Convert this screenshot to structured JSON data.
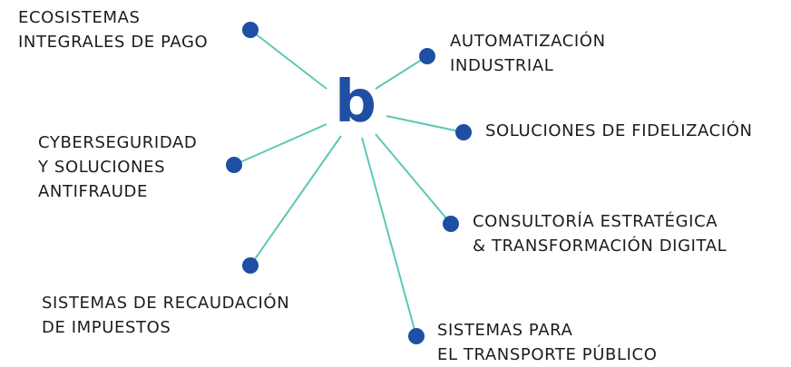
{
  "colors": {
    "connector": "#5cc7b6",
    "node": "#1e4fa3",
    "hub": "#1e4fa3",
    "text": "#1c1c1c"
  },
  "hub": {
    "letter": "b"
  },
  "nodes": [
    {
      "id": "ecosistemas",
      "lines": [
        "ECOSISTEMAS",
        "INTEGRALES DE PAGO"
      ]
    },
    {
      "id": "automatizacion",
      "lines": [
        "AUTOMATIZACIÓN",
        "INDUSTRIAL"
      ]
    },
    {
      "id": "fidelizacion",
      "lines": [
        "SOLUCIONES DE FIDELIZACIÓN"
      ]
    },
    {
      "id": "cyberseguridad",
      "lines": [
        "CYBERSEGURIDAD",
        "Y SOLUCIONES",
        "ANTIFRAUDE"
      ]
    },
    {
      "id": "consultoria",
      "lines": [
        "CONSULTORÍA ESTRATÉGICA",
        "& TRANSFORMACIÓN DIGITAL"
      ]
    },
    {
      "id": "recaudacion",
      "lines": [
        "SISTEMAS DE RECAUDACIÓN",
        "DE IMPUESTOS"
      ]
    },
    {
      "id": "transporte",
      "lines": [
        "SISTEMAS PARA",
        "EL TRANSPORTE PÚBLICO"
      ]
    }
  ]
}
